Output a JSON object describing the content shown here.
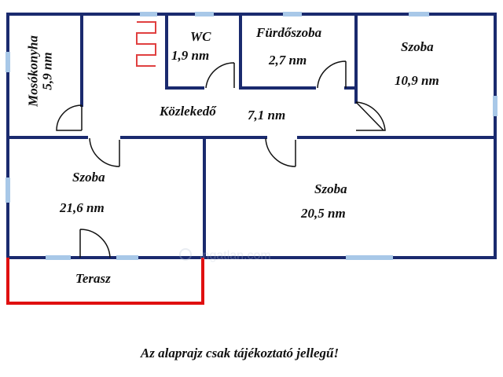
{
  "rooms": {
    "mosokonyha": {
      "name": "Mosókonyha",
      "area": "5,9 nm"
    },
    "wc": {
      "name": "WC",
      "area": "1,9 nm"
    },
    "furdoszoba": {
      "name": "Fürdőszoba",
      "area": "2,7 nm"
    },
    "szoba_ne": {
      "name": "Szoba",
      "area": "10,9 nm"
    },
    "kozlekedo": {
      "name": "Közlekedő",
      "area": "7,1 nm"
    },
    "szoba_sw": {
      "name": "Szoba",
      "area": "21,6 nm"
    },
    "szoba_se": {
      "name": "Szoba",
      "area": "20,5 nm"
    },
    "terasz": {
      "name": "Terasz"
    }
  },
  "disclaimer": "Az alaprajz csak tájékoztató jellegű!",
  "watermark": "ingatlan.com",
  "colors": {
    "wall": "#1a2a6e",
    "window": "#a8c8e8",
    "terrace": "#e01010",
    "radiator": "#e04040",
    "door": "#111111"
  }
}
